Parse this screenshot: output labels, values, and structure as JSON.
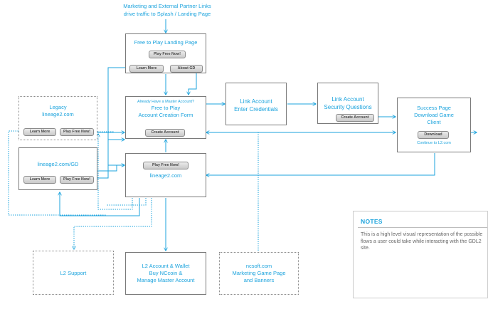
{
  "top_note": [
    "Marketing and External Partner Links",
    "drive traffic to Splash / Landing Page"
  ],
  "landing": {
    "title": "Free to Play Landing Page",
    "play_button": "Play Free Now!",
    "learn_more": "Learn More",
    "about_gd": "About GD"
  },
  "account_form": {
    "master_note": "Already Have a Master Account?",
    "title": [
      "Free to Play",
      "Account Creation Form"
    ],
    "create_button": "Create Account"
  },
  "link_credentials": {
    "title": [
      "Link Account",
      "Enter Credentials"
    ]
  },
  "link_security": {
    "title": [
      "Link Account",
      "Security Questions"
    ],
    "create_button": "Create Account"
  },
  "success": {
    "title": [
      "Success Page",
      "Download Game",
      "Client"
    ],
    "download_button": "Download",
    "continue_link": "Continue to L2.com"
  },
  "legacy": {
    "title": [
      "Legacy",
      "lineage2.com"
    ],
    "learn_more": "Learn More",
    "play_button": "Play Free Now!"
  },
  "gd": {
    "title": "lineage2.com/GD",
    "learn_more": "Learn More",
    "play_button": "Play Free Now!"
  },
  "l2com": {
    "play_button": "Play Free Now!",
    "title": "lineage2.com"
  },
  "support": {
    "title": "L2 Support"
  },
  "wallet": {
    "title": [
      "L2 Account & Wallet",
      "Buy NCcoin &",
      "Manage Master Account"
    ]
  },
  "ncsoft": {
    "title": [
      "ncsoft.com",
      "Marketing Game Page",
      "and Banners"
    ]
  },
  "notes": {
    "heading": "NOTES",
    "body": "This is a high level visual representation of the possible flows a user could take while interacting with the GDL2 site."
  },
  "colors": {
    "accent": "#1ba3dd",
    "box_border": "#7a7a7a",
    "button_fill": "#d6d6d6"
  }
}
